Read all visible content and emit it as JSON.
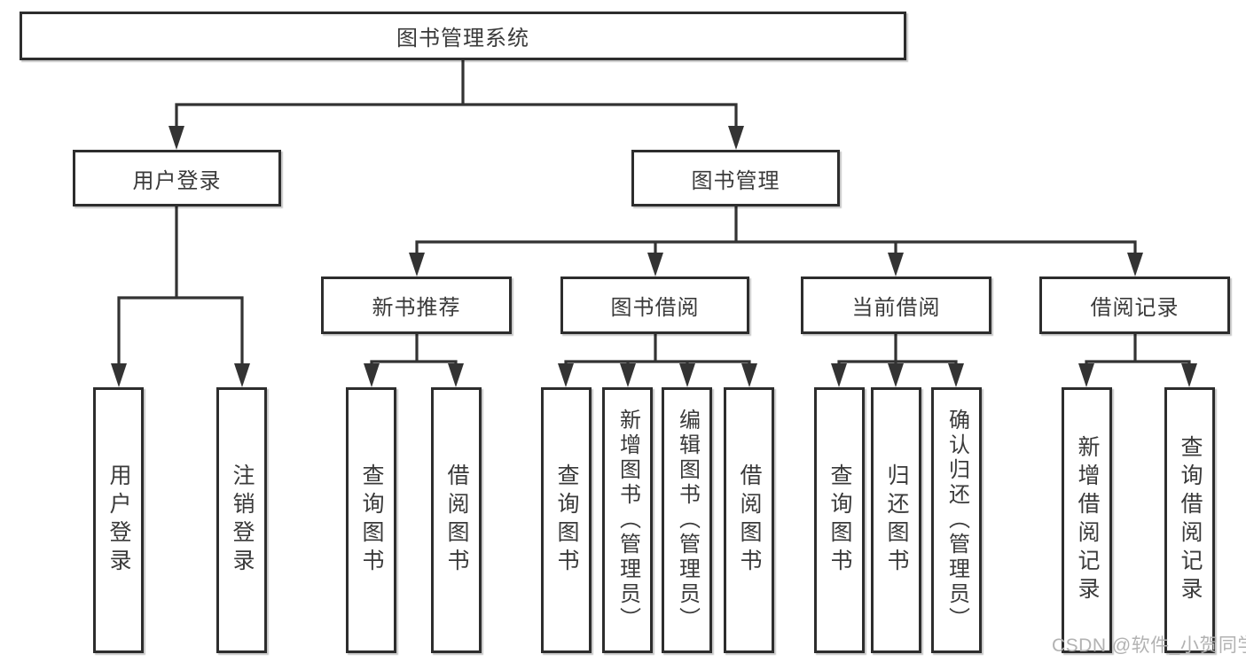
{
  "diagram": {
    "root": {
      "label": "图书管理系统"
    },
    "level2": [
      {
        "label": "用户登录"
      },
      {
        "label": "图书管理"
      }
    ],
    "level3": [
      {
        "label": "新书推荐"
      },
      {
        "label": "图书借阅"
      },
      {
        "label": "当前借阅"
      },
      {
        "label": "借阅记录"
      }
    ],
    "leaves": {
      "login": [
        "用户登录",
        "注销登录"
      ],
      "newbooks": [
        "查询图书",
        "借阅图书"
      ],
      "borrow": [
        "查询图书",
        "新增图书（管理员）",
        "编辑图书（管理员）",
        "借阅图书"
      ],
      "current": [
        "查询图书",
        "归还图书",
        "确认归还（管理员）"
      ],
      "records": [
        "新增借阅记录",
        "查询借阅记录"
      ]
    }
  },
  "watermark": "CSDN @软件_小贺同学",
  "colors": {
    "background": "#ffffff",
    "box_border": "#2d2d2d",
    "connector_line": "#333333",
    "text": "#3a3a3a",
    "watermark_text": "#b2b2b2"
  }
}
